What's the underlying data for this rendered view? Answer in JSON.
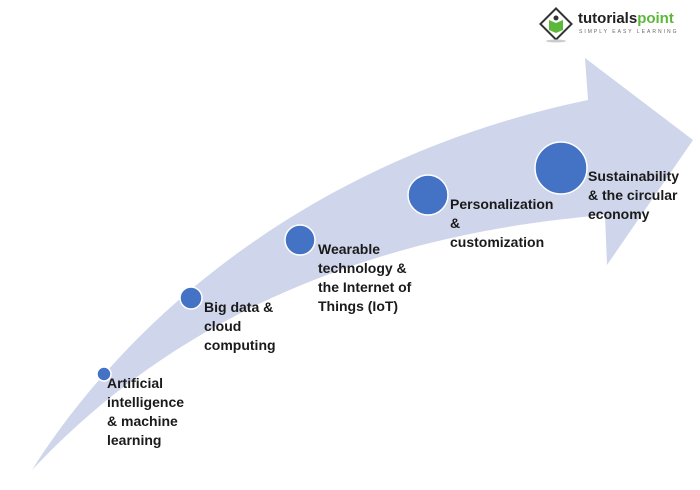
{
  "logo": {
    "name_part1": "tutorials",
    "name_part2": "point",
    "tagline": "SIMPLY EASY LEARNING"
  },
  "colors": {
    "arrow": "#cfd5ea",
    "circle": "#4472c4",
    "circle_stroke": "#ffffff"
  },
  "steps": [
    {
      "label": "Artificial\nintelligence\n& machine\nlearning"
    },
    {
      "label": "Big data &\ncloud\ncomputing"
    },
    {
      "label": "Wearable\ntechnology &\nthe Internet of\nThings (IoT)"
    },
    {
      "label": "Personalization\n&\ncustomization"
    },
    {
      "label": "Sustainability\n& the circular\neconomy"
    }
  ]
}
